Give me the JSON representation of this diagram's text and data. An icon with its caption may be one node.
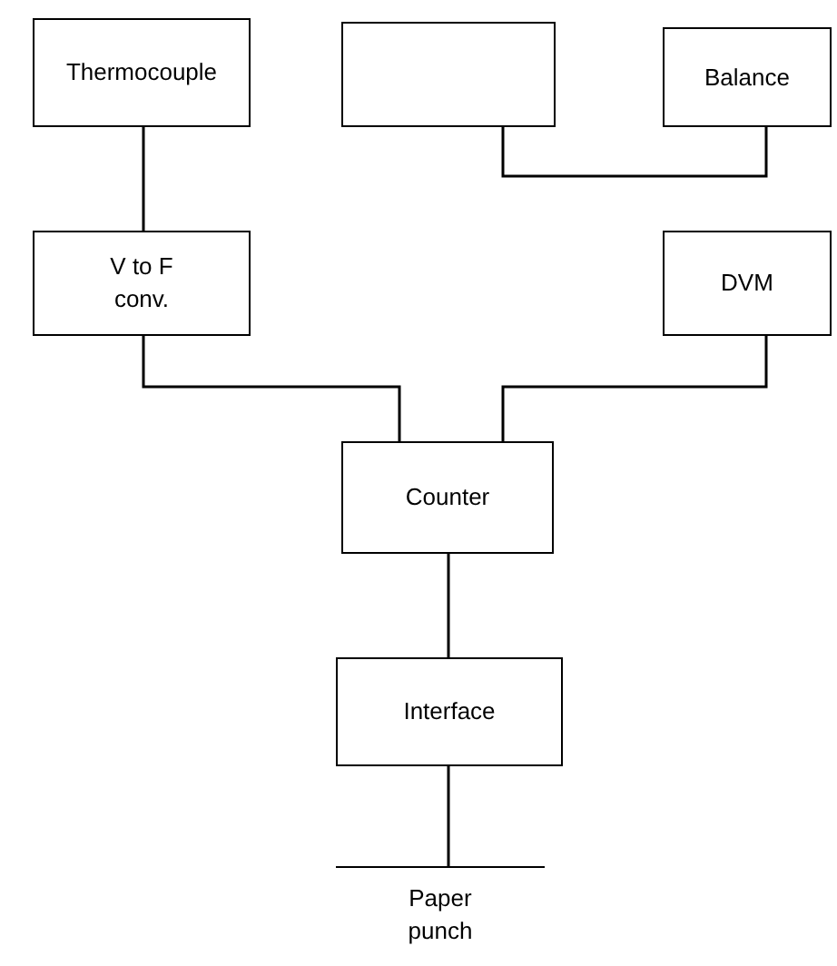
{
  "diagram": {
    "nodes": [
      {
        "text": [
          "Thermocouple"
        ]
      },
      {
        "text": [],
        "shape": "box"
      },
      {
        "text": [
          "Balance"
        ]
      },
      {
        "text": [
          "V to F conv."
        ]
      },
      {
        "text": [
          "DVM"
        ]
      },
      {
        "text": [
          "Counter"
        ]
      },
      {
        "text": [
          "Interface"
        ]
      },
      {
        "text": [
          "Paper punch"
        ]
      }
    ],
    "edges": [
      {
        "from": 0,
        "to": 3,
        "arrow": "none"
      },
      {
        "from": 2,
        "to": 1,
        "arrow": "none"
      },
      {
        "from": 3,
        "to": 5,
        "arrow": "none"
      },
      {
        "from": 4,
        "to": 5,
        "arrow": "none"
      },
      {
        "from": 5,
        "to": 6,
        "arrow": "none"
      },
      {
        "from": 6,
        "to": 7,
        "arrow": "none"
      }
    ]
  }
}
